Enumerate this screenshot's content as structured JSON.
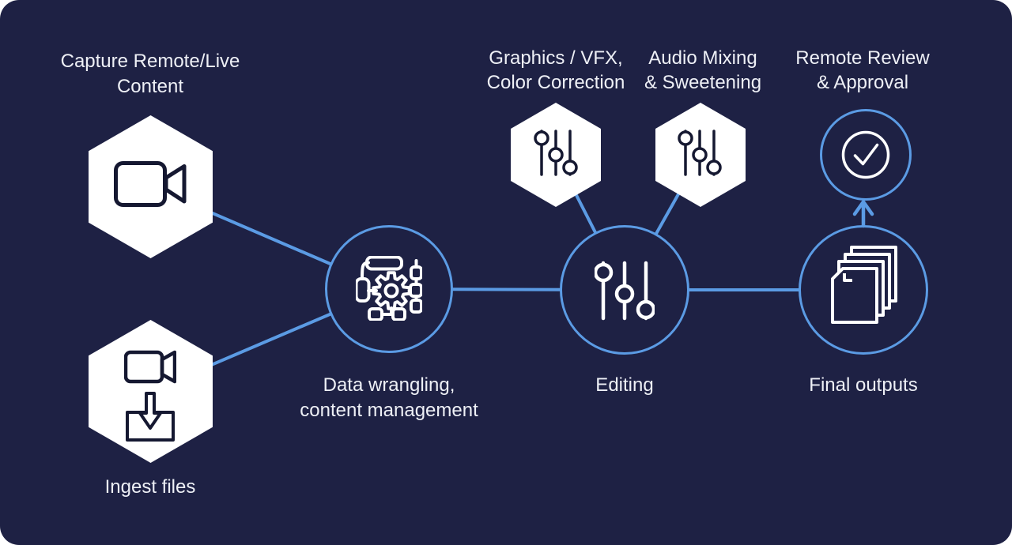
{
  "colors": {
    "background": "#1e2144",
    "accent_line": "#5b9be4",
    "node_fill": "#ffffff",
    "icon_dark": "#151831",
    "icon_light": "#ffffff",
    "text": "#eef0f6"
  },
  "nodes": {
    "capture": {
      "shape": "hexagon",
      "icon": "video-camera-icon",
      "label": [
        "Capture Remote/Live",
        "Content"
      ]
    },
    "ingest": {
      "shape": "hexagon",
      "icon": "ingest-files-icon",
      "label": [
        "Ingest files"
      ]
    },
    "wrangling": {
      "shape": "circle",
      "icon": "gear-flowchart-icon",
      "label": [
        "Data wrangling,",
        "content management"
      ]
    },
    "graphics": {
      "shape": "hexagon",
      "icon": "sliders-icon",
      "label": [
        "Graphics / VFX,",
        "Color Correction"
      ]
    },
    "audio": {
      "shape": "hexagon",
      "icon": "sliders-icon",
      "label": [
        "Audio Mixing",
        "& Sweetening"
      ]
    },
    "editing": {
      "shape": "circle",
      "icon": "sliders-icon",
      "label": [
        "Editing"
      ]
    },
    "review": {
      "shape": "circle",
      "icon": "check-circle-icon",
      "label": [
        "Remote Review",
        "& Approval"
      ]
    },
    "outputs": {
      "shape": "circle",
      "icon": "documents-stack-icon",
      "label": [
        "Final outputs"
      ]
    }
  },
  "connections": [
    {
      "from": "capture",
      "to": "wrangling",
      "style": "line"
    },
    {
      "from": "ingest",
      "to": "wrangling",
      "style": "line"
    },
    {
      "from": "wrangling",
      "to": "editing",
      "style": "line"
    },
    {
      "from": "graphics",
      "to": "editing",
      "style": "line"
    },
    {
      "from": "audio",
      "to": "editing",
      "style": "line"
    },
    {
      "from": "editing",
      "to": "outputs",
      "style": "line"
    },
    {
      "from": "outputs",
      "to": "review",
      "style": "arrow-up"
    }
  ]
}
